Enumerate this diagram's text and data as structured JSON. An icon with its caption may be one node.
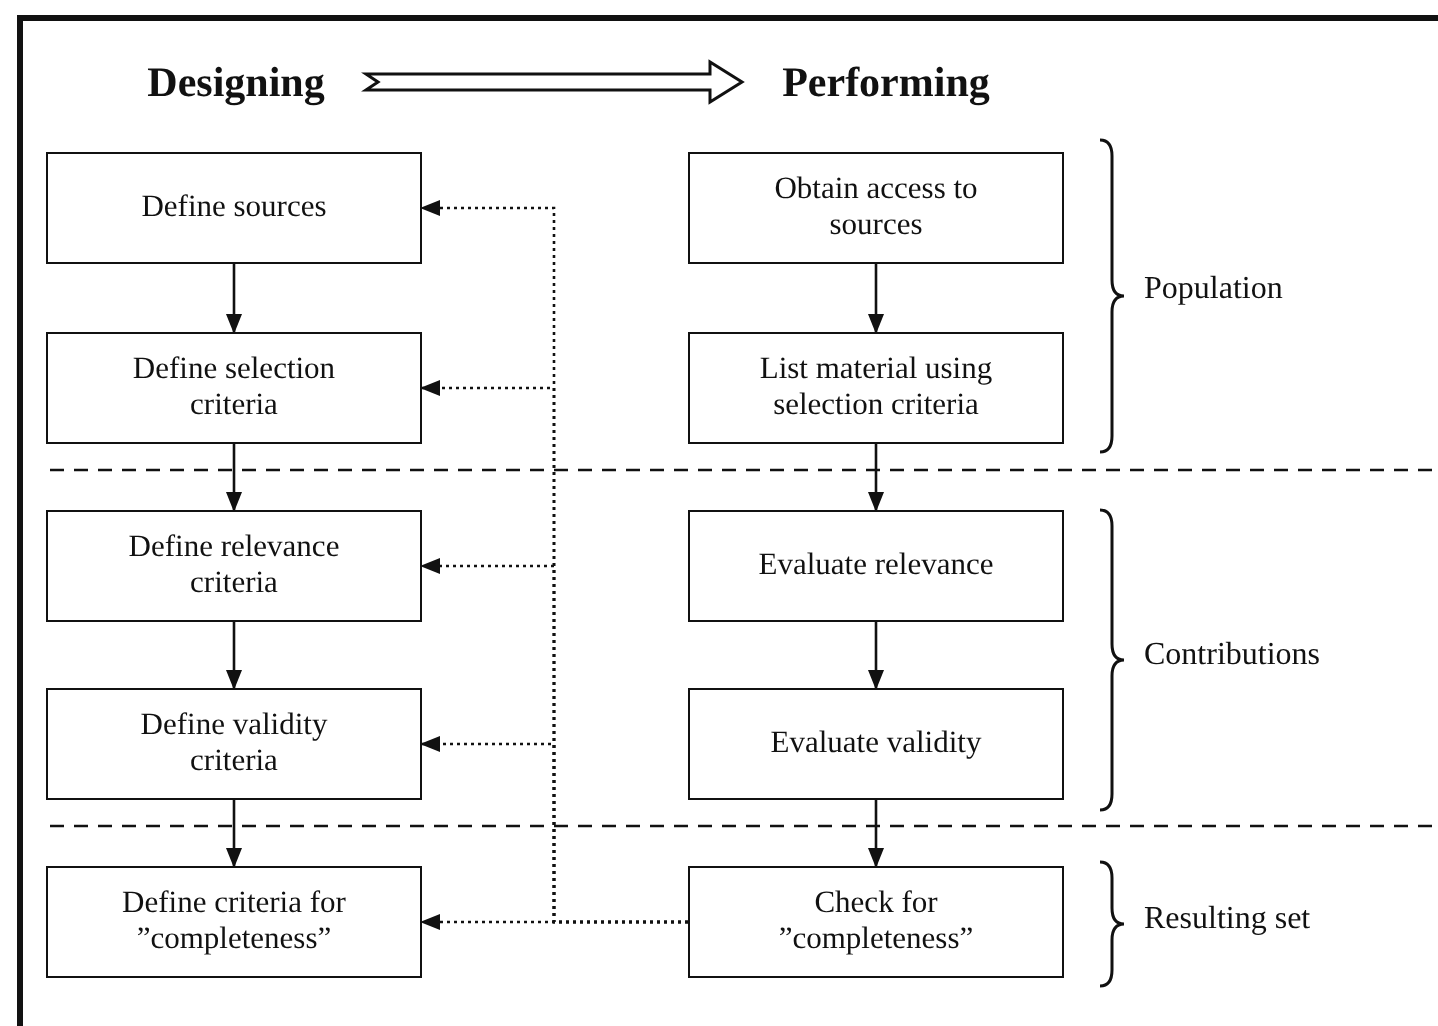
{
  "diagram": {
    "nodes": [
      {
        "text": [
          "Designing"
        ]
      },
      {
        "text": [
          "Performing"
        ]
      },
      {
        "text": [
          "Define sources"
        ]
      },
      {
        "text": [
          "Define selection criteria"
        ]
      },
      {
        "text": [
          "Define relevance criteria"
        ]
      },
      {
        "text": [
          "Define validity criteria"
        ]
      },
      {
        "text": [
          "Define criteria for ”completeness”"
        ]
      },
      {
        "text": [
          "Obtain access to sources"
        ]
      },
      {
        "text": [
          "List material using selection criteria"
        ]
      },
      {
        "text": [
          "Evaluate relevance"
        ]
      },
      {
        "text": [
          "Evaluate validity"
        ]
      },
      {
        "text": [
          "Check for ”completeness”"
        ]
      }
    ],
    "edges": [
      {
        "from": 0,
        "to": 1,
        "arrow": "to"
      },
      {
        "from": 2,
        "to": 3,
        "arrow": "to"
      },
      {
        "from": 3,
        "to": 4,
        "arrow": "to"
      },
      {
        "from": 4,
        "to": 5,
        "arrow": "to"
      },
      {
        "from": 5,
        "to": 6,
        "arrow": "to"
      },
      {
        "from": 7,
        "to": 8,
        "arrow": "to"
      },
      {
        "from": 8,
        "to": 9,
        "arrow": "to"
      },
      {
        "from": 9,
        "to": 10,
        "arrow": "to"
      },
      {
        "from": 10,
        "to": 11,
        "arrow": "to"
      },
      {
        "from": 11,
        "to": 2,
        "arrow": "to",
        "style": "dashed"
      },
      {
        "from": 11,
        "to": 3,
        "arrow": "to",
        "style": "dashed"
      },
      {
        "from": 11,
        "to": 4,
        "arrow": "to",
        "style": "dashed"
      },
      {
        "from": 11,
        "to": 5,
        "arrow": "to",
        "style": "dashed"
      },
      {
        "from": 11,
        "to": 6,
        "arrow": "to",
        "style": "dashed"
      }
    ],
    "labels": [
      "Population",
      "Contributions",
      "Resulting set"
    ]
  }
}
